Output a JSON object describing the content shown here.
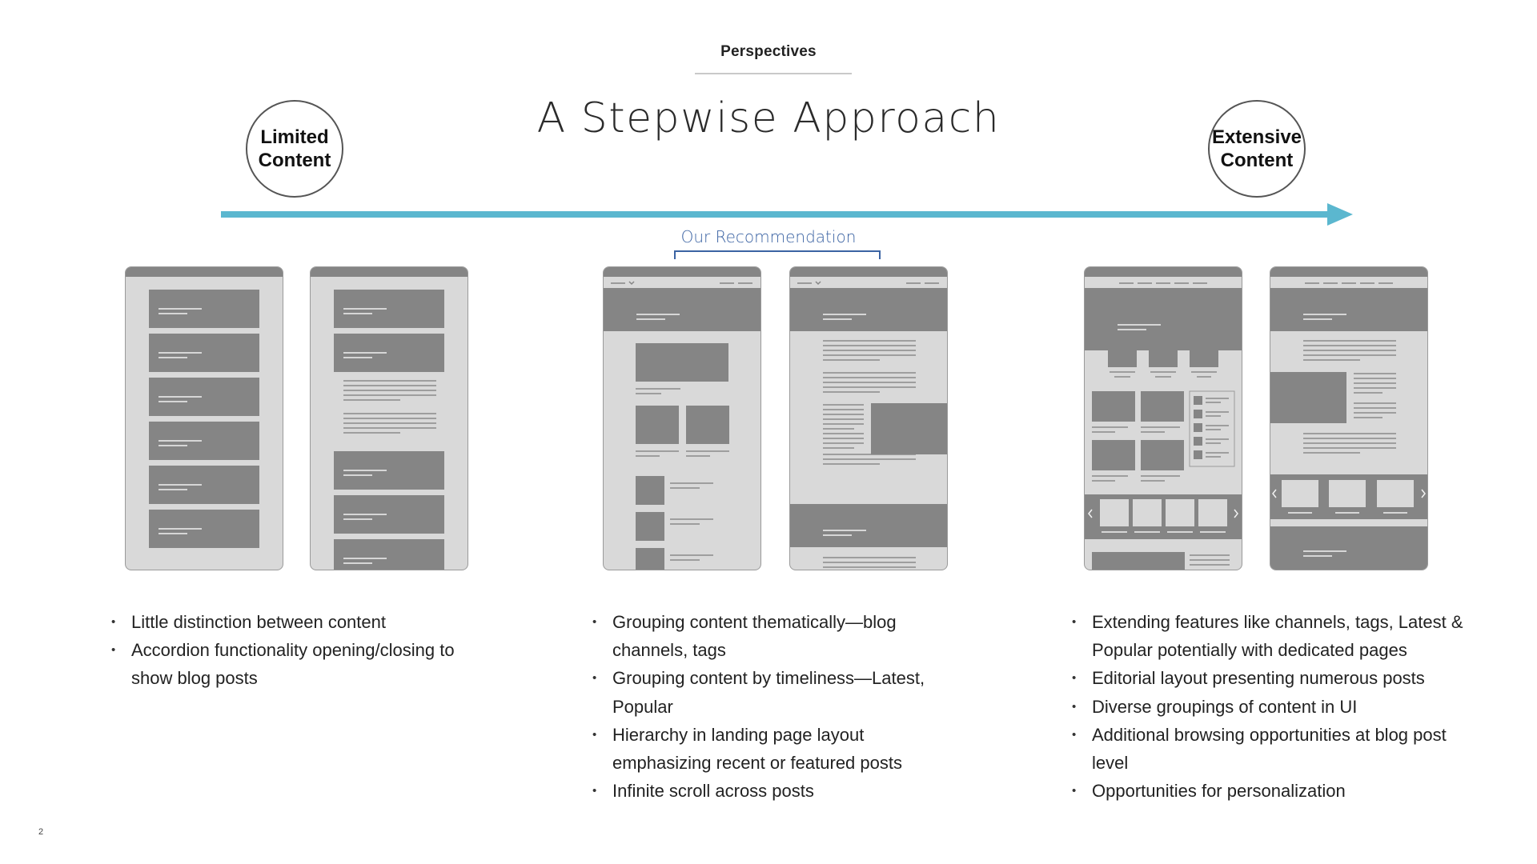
{
  "header": {
    "kicker": "Perspectives",
    "title": "A Stepwise Approach"
  },
  "scale": {
    "left_label_line1": "Limited",
    "left_label_line2": "Content",
    "right_label_line1": "Extensive",
    "right_label_line2": "Content",
    "arrow_color": "#5bb7cf",
    "recommendation_label": "Our Recommendation",
    "recommendation_color": "#3b63a3"
  },
  "wireframe_colors": {
    "screen": "#d9d9d9",
    "block": "#858585",
    "line": "#f2f2f2",
    "text_line": "#8a8a8a"
  },
  "columns": [
    {
      "bullets": [
        "Little distinction between content",
        "Accordion functionality opening/closing to show blog posts"
      ]
    },
    {
      "bullets": [
        "Grouping content thematically—blog channels, tags",
        "Grouping content by timeliness—Latest, Popular",
        "Hierarchy in landing page layout emphasizing recent or featured posts",
        "Infinite scroll across posts"
      ]
    },
    {
      "bullets": [
        "Extending features like channels, tags, Latest & Popular potentially with dedicated pages",
        "Editorial layout presenting numerous posts",
        "Diverse groupings of content in UI",
        "Additional browsing opportunities at blog post level",
        "Opportunities for personalization"
      ]
    }
  ],
  "footer": {
    "page_number": "2"
  }
}
